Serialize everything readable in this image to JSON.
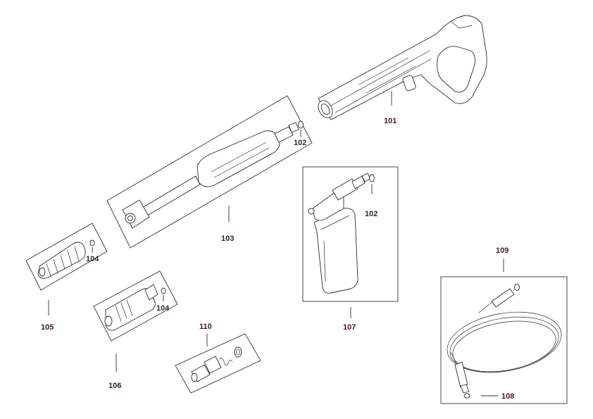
{
  "accent_color": "#3a1f1c",
  "callouts": {
    "p101": "101",
    "p102a": "102",
    "p102b": "102",
    "p103": "103",
    "p104a": "104",
    "p104b": "104",
    "p105": "105",
    "p106": "106",
    "p107": "107",
    "p108": "108",
    "p109": "109",
    "p110": "110"
  },
  "parts": [
    {
      "number": "101",
      "icon": "spray-gun-handle"
    },
    {
      "number": "102",
      "icon": "o-ring"
    },
    {
      "number": "103",
      "icon": "spray-lance-wand"
    },
    {
      "number": "104",
      "icon": "o-ring"
    },
    {
      "number": "105",
      "icon": "turbo-nozzle"
    },
    {
      "number": "106",
      "icon": "variable-nozzle"
    },
    {
      "number": "107",
      "icon": "detergent-bottle"
    },
    {
      "number": "108",
      "icon": "o-ring"
    },
    {
      "number": "109",
      "icon": "high-pressure-hose"
    },
    {
      "number": "110",
      "icon": "hose-adapter"
    }
  ]
}
